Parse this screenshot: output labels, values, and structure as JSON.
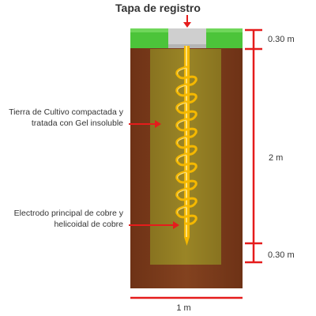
{
  "title": "Tapa de registro",
  "labels": {
    "soil": "Tierra de Cultivo compactada y tratada con Gel insoluble",
    "electrode": "Electrodo principal de cobre y helicoidal de cobre"
  },
  "dimensions": {
    "top": "0.30 m",
    "middle": "2 m",
    "bottom": "0.30 m",
    "width": "1 m"
  },
  "colors": {
    "grass": "#4cc43a",
    "soil": "#7a3a1c",
    "fill": "#8e7a20",
    "cap": "#cfcfcf",
    "electrode": "#f5b800",
    "arrow": "#e51c1c"
  }
}
